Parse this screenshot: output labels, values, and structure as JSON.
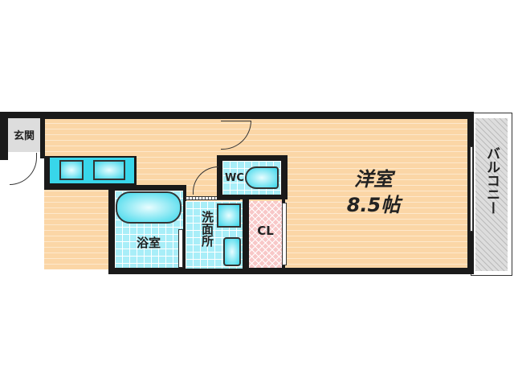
{
  "rooms": {
    "genkan": "玄関",
    "bath": "浴室",
    "washroom": "洗面所",
    "wc": "WC",
    "closet": "CL",
    "western_room": "洋室",
    "western_room_size": "8.5帖",
    "balcony": "バルコニー"
  },
  "colors": {
    "floor": "#fbd6a6",
    "wet_area": "#a8eef8",
    "closet": "#f8c8c8",
    "balcony": "#d0d0d0",
    "wall": "#1a1a1a"
  }
}
